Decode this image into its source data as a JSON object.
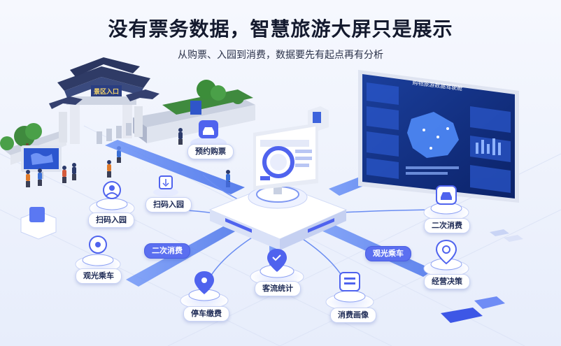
{
  "title": "没有票务数据，智慧旅游大屏只是展示",
  "subtitle": "从购票、入园到消费，数据要先有起点再有分析",
  "gate_sign": "景区入口",
  "dashboard_title": "购物旅游数据驾驶舱",
  "nodes": {
    "booking": "预约购票",
    "scan_entry": "扫码入园",
    "entry_path": "扫码入园",
    "second_consume_left": "二次消费",
    "sightseeing_car_left": "观光乘车",
    "parking": "停车缴费",
    "visitor_stats": "客流统计",
    "consume_profile": "消费画像",
    "sightseeing_car_right": "观光乘车",
    "business_decision": "经营决策",
    "second_consume_right": "二次消费"
  },
  "colors": {
    "primary": "#4f63ee",
    "primary_dark": "#2b3fb8",
    "screen_bg": "#0f2a78",
    "track": "#4a78f0",
    "platform": "#ffffff"
  }
}
